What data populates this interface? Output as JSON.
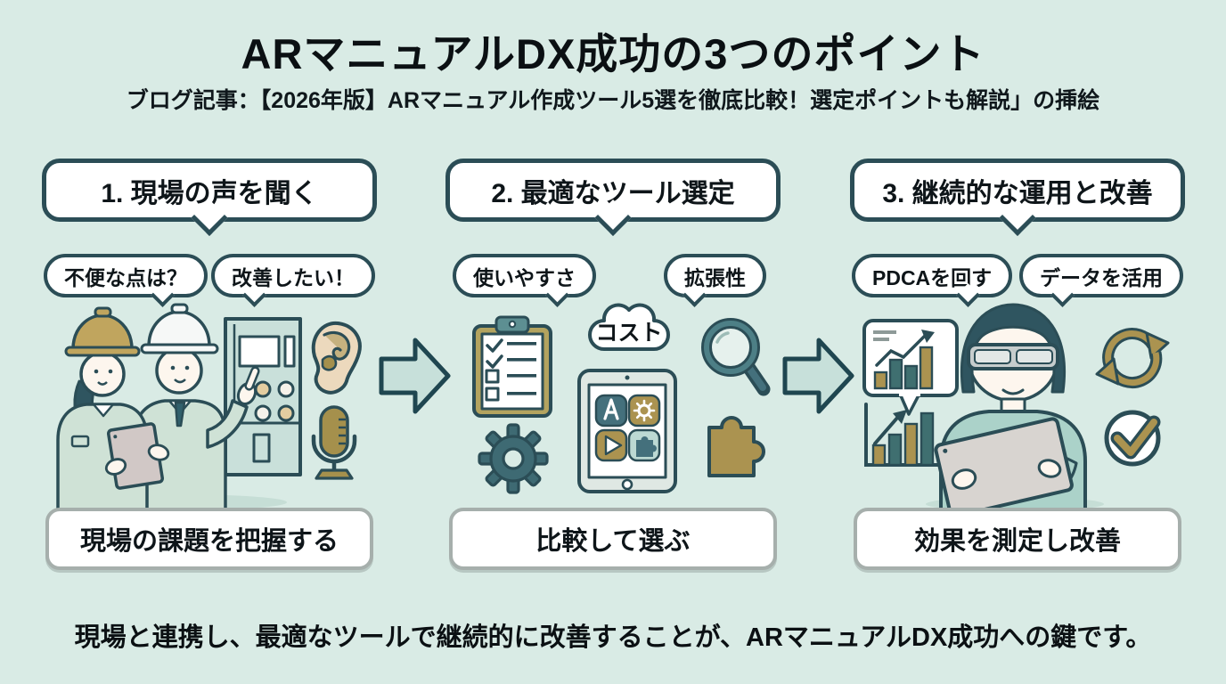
{
  "header": {
    "title": "ARマニュアルDX成功の3つのポイント",
    "subtitle": "ブログ記事：【2026年版】ARマニュアル作成ツール5選を徹底比較！選定ポイントも解説」の挿絵"
  },
  "columns": [
    {
      "header": "1. 現場の声を聞く",
      "bubbles": [
        "不便な点は？",
        "改善したい！"
      ],
      "bottom_label": "現場の課題を把握する",
      "icons": [
        "worker-woman-with-tablet",
        "worker-man-pointing",
        "control-panel",
        "ear-icon",
        "microphone-icon"
      ]
    },
    {
      "header": "2. 最適なツール選定",
      "bubbles": [
        "使いやすさ",
        "拡張性"
      ],
      "cloud_label": "コスト",
      "bottom_label": "比較して選ぶ",
      "icons": [
        "checklist-clipboard-icon",
        "cost-cloud",
        "magnifier-icon",
        "tablet-with-app-icons",
        "gear-icon",
        "puzzle-piece-icon"
      ]
    },
    {
      "header": "3. 継続的な運用と改善",
      "bubbles": [
        "PDCAを回す",
        "データを活用"
      ],
      "bottom_label": "効果を測定し改善",
      "icons": [
        "bar-chart-bubble",
        "growth-chart-icon",
        "ar-glasses-user-with-tablet",
        "refresh-cycle-icon",
        "check-circle-icon"
      ]
    }
  ],
  "footer": {
    "text": "現場と連携し、最適なツールで継続的に改善することが、ARマニュアルDX成功への鍵です。"
  },
  "colors": {
    "background": "#d9ebe5",
    "outline": "#2b4d56",
    "teal": "#44707c",
    "teal_light": "#c9e0da",
    "olive_gold": "#ab9350",
    "helmet_tan": "#c0a55e",
    "ear_tan": "#ecd9bd",
    "jacket_green": "#cfe2d6",
    "shirt_teal": "#abd2c9",
    "arrow_fill": "#c7e0da",
    "label_border": "#a6afac",
    "bubble_fill": "#ffffff"
  }
}
